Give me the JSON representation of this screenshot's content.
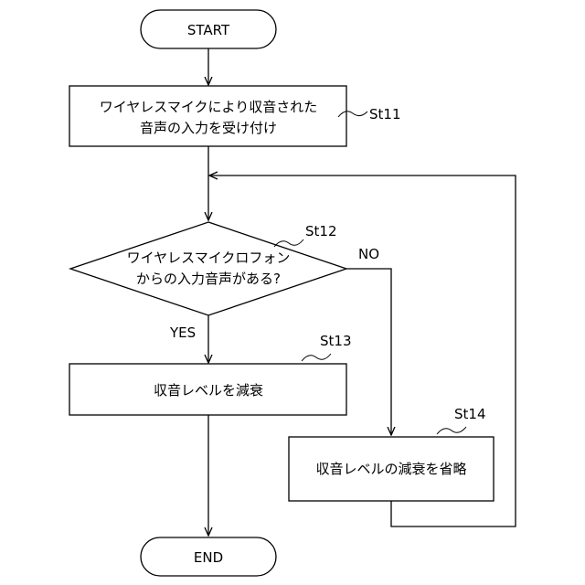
{
  "flowchart": {
    "start": "START",
    "end": "END",
    "step11": {
      "id": "St11",
      "line1": "ワイヤレスマイクにより収音された",
      "line2": "音声の入力を受け付け"
    },
    "step12": {
      "id": "St12",
      "line1": "ワイヤレスマイクロフォン",
      "line2": "からの入力音声がある?",
      "yes": "YES",
      "no": "NO"
    },
    "step13": {
      "id": "St13",
      "text": "収音レベルを減衰"
    },
    "step14": {
      "id": "St14",
      "text": "収音レベルの減衰を省略"
    }
  }
}
